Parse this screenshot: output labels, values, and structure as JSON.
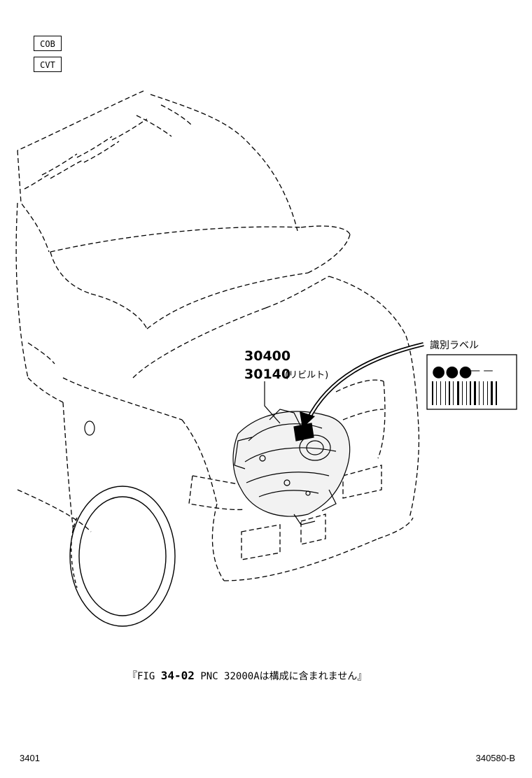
{
  "tags": [
    "COB",
    "CVT"
  ],
  "parts": {
    "part1": "30400",
    "part2": "30140",
    "part2_note": "(リビルト)"
  },
  "label_callout": "識別ラベル",
  "label_box": {
    "dots": "●●●",
    "dashes": "— —"
  },
  "caption": {
    "open": "『FIG",
    "fig_number": "34-02",
    "rest": "PNC 32000Aは構成に含まれません』"
  },
  "page_number": "3401",
  "diagram_code": "340580-B"
}
